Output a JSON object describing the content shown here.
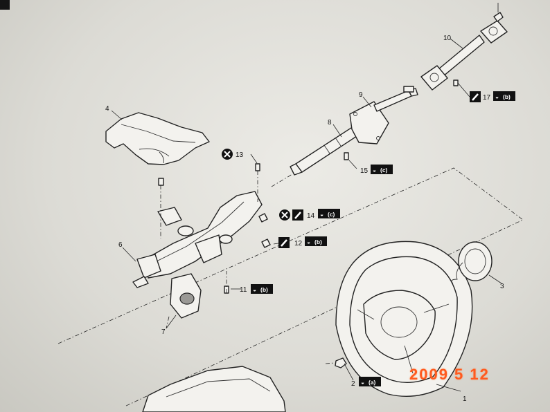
{
  "diagram": {
    "callouts": [
      {
        "id": "c1",
        "num": "1"
      },
      {
        "id": "c2",
        "num": "2",
        "badge": "(a)"
      },
      {
        "id": "c3",
        "num": "3"
      },
      {
        "id": "c4",
        "num": "4"
      },
      {
        "id": "c6",
        "num": "6"
      },
      {
        "id": "c7",
        "num": "7"
      },
      {
        "id": "c8",
        "num": "8"
      },
      {
        "id": "c9",
        "num": "9"
      },
      {
        "id": "c10",
        "num": "10"
      },
      {
        "id": "c11",
        "num": "11",
        "badge": "(b)"
      },
      {
        "id": "c12",
        "num": "12",
        "badge": "(b)"
      },
      {
        "id": "c13",
        "num": "13"
      },
      {
        "id": "c14",
        "num": "14",
        "badge": "(c)"
      },
      {
        "id": "c15",
        "num": "15",
        "badge": "(c)"
      },
      {
        "id": "c17",
        "num": "17",
        "badge": "(b)"
      }
    ],
    "symbols": {
      "do_not_reuse": "circled-x-icon",
      "apply_grease": "grease-brush-icon",
      "tighten_torque": "torque-wrench-icon"
    }
  },
  "photo_date_stamp": "2009  5  12",
  "colors": {
    "paper": "#e6e5e0",
    "ink": "#222222",
    "stamp": "#ff5a1f"
  }
}
